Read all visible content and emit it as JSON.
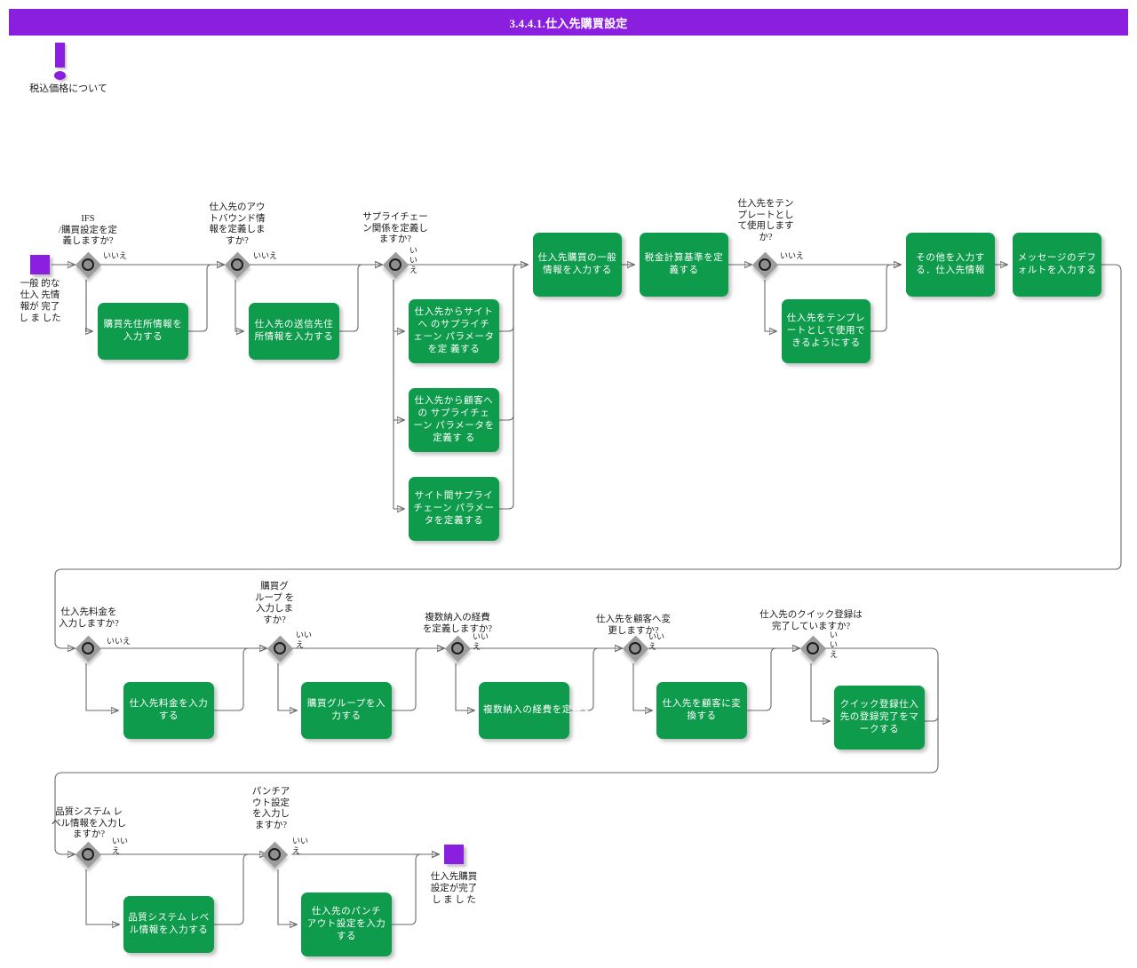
{
  "header": {
    "title": "3.4.4.1.仕入先購買設定",
    "bg_color": "#8B1FE0"
  },
  "note": {
    "icon": "exclamation-icon",
    "label": "税込価格について"
  },
  "palette": {
    "accent_purple": "#8B1FE0",
    "process_green": "#0E9B4C",
    "decision_gray": "#9d9d9d",
    "connector_gray": "#6a6a6a"
  },
  "edge_labels": {
    "no": "いいえ"
  },
  "terminators": {
    "start": "一般 的な\n仕入 先情\n報が 完了\nし ま した",
    "start_line1": "一般 的な",
    "start_line2": "仕入 先情",
    "start_line3": "報が 完了",
    "start_line4": "し ま した",
    "end_line1": "仕入先購買",
    "end_line2": "設定が完了",
    "end_line3": "し ま し た"
  },
  "decisions": [
    {
      "id": "d1",
      "text": "IFS\n/購買設定を定\n義しますか?",
      "no_label": "いいえ"
    },
    {
      "id": "d2",
      "text": "仕入先のアウ\nトバウンド情\n報を定義しま\nすか?",
      "no_label": "いいえ"
    },
    {
      "id": "d3",
      "text": "サプライチェー\nン関係を定義し\nますか?",
      "no_label": "いいえ"
    },
    {
      "id": "d4",
      "text": "仕入先をテン\nプレートとし\nて使用します\nか?",
      "no_label": "いいえ"
    },
    {
      "id": "d5",
      "text": "仕入先料金を\n入力しますか?",
      "no_label": "いいえ"
    },
    {
      "id": "d6",
      "text": "購買グ\nループ を\n入力しま\nすか?",
      "no_label": "いいえ"
    },
    {
      "id": "d7",
      "text": "複数納入の経費\nを定義しますか?",
      "no_label": "いいえ"
    },
    {
      "id": "d8",
      "text": "仕入先を顧客へ変\n更しますか?",
      "no_label": "いいえ"
    },
    {
      "id": "d9",
      "text": "仕入先のクイック登録は\n完了していますか?",
      "no_label": "いいえ"
    },
    {
      "id": "d10",
      "text": "品質システム レ\nベル情報を入力し\nますか?",
      "no_label": "いいえ"
    },
    {
      "id": "d11",
      "text": "パンチア\nウト設定\nを入力し\nますか?",
      "no_label": "いいえ"
    }
  ],
  "processes": [
    {
      "id": "p1",
      "text": "購買先住所情報を入力する"
    },
    {
      "id": "p2",
      "text": "仕入先の送信先住所情報を入力する"
    },
    {
      "id": "p3",
      "text": "仕入先からサイトへ のサプライチェーン パラメータを定 義する"
    },
    {
      "id": "p4",
      "text": "仕入先から顧客への サプライチェーン パラメータを定義す る"
    },
    {
      "id": "p5",
      "text": "サイト間サプライチェーン パラメータを定義する"
    },
    {
      "id": "p6",
      "text": "仕入先購買の一般情報を入力する"
    },
    {
      "id": "p7",
      "text": "税金計算基準を定義する"
    },
    {
      "id": "p8",
      "text": "仕入先をテンプレートとして使用できるようにする"
    },
    {
      "id": "p9",
      "text": "その他を入力する．仕入先情報"
    },
    {
      "id": "p10",
      "text": "メッセージのデフォルトを入力する"
    },
    {
      "id": "p11",
      "text": "仕入先料金を入力する"
    },
    {
      "id": "p12",
      "text": "購買グループを入力する"
    },
    {
      "id": "p13",
      "text": "複数納入の経費を定義する"
    },
    {
      "id": "p14",
      "text": "仕入先を顧客に変換する"
    },
    {
      "id": "p15",
      "text": "クイック登録仕入先の登録完了をマークする"
    },
    {
      "id": "p16",
      "text": "品質システム レベル情報を入力する"
    },
    {
      "id": "p17",
      "text": "仕入先のパンチ アウト設定を入力する"
    }
  ]
}
